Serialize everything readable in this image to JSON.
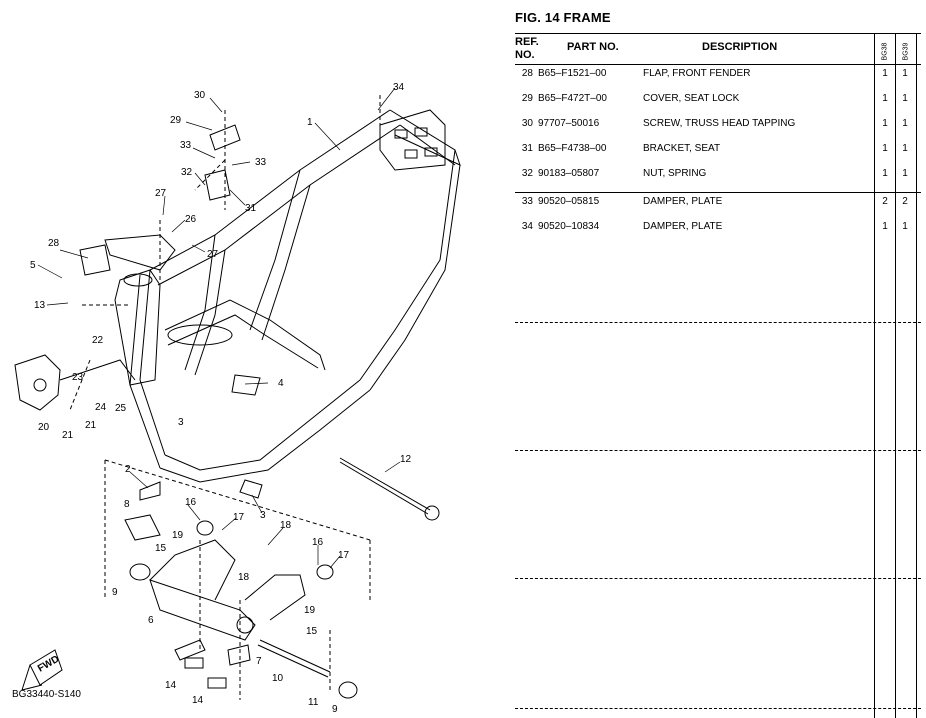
{
  "figure": {
    "title": "FIG.  14  FRAME",
    "image_id": "BG33440-S140",
    "fwd_label": "FWD"
  },
  "table": {
    "headers": {
      "ref_line1": "REF.",
      "ref_line2": "NO.",
      "part_no": "PART NO.",
      "description": "DESCRIPTION",
      "model1": "BG38",
      "model2": "BG39"
    },
    "rows": [
      {
        "ref": "28",
        "part_no": "B65–F1521–00",
        "description": "FLAP, FRONT FENDER",
        "q1": "1",
        "q2": "1"
      },
      {
        "ref": "29",
        "part_no": "B65–F472T–00",
        "description": "COVER, SEAT LOCK",
        "q1": "1",
        "q2": "1"
      },
      {
        "ref": "30",
        "part_no": "97707–50016",
        "description": "SCREW, TRUSS HEAD TAPPING",
        "q1": "1",
        "q2": "1"
      },
      {
        "ref": "31",
        "part_no": "B65–F4738–00",
        "description": "BRACKET, SEAT",
        "q1": "1",
        "q2": "1"
      },
      {
        "ref": "32",
        "part_no": "90183–05807",
        "description": "NUT, SPRING",
        "q1": "1",
        "q2": "1"
      },
      {
        "ref": "33",
        "part_no": "90520–05815",
        "description": "DAMPER, PLATE",
        "q1": "2",
        "q2": "2"
      },
      {
        "ref": "34",
        "part_no": "90520–10834",
        "description": "DAMPER, PLATE",
        "q1": "1",
        "q2": "1"
      }
    ]
  },
  "callouts": {
    "c1": "1",
    "c2": "2",
    "c3a": "3",
    "c3b": "3",
    "c4": "4",
    "c5": "5",
    "c6": "6",
    "c7": "7",
    "c8": "8",
    "c9a": "9",
    "c9b": "9",
    "c10": "10",
    "c11": "11",
    "c12": "12",
    "c13": "13",
    "c14a": "14",
    "c14b": "14",
    "c15a": "15",
    "c15b": "15",
    "c16a": "16",
    "c16b": "16",
    "c17a": "17",
    "c17b": "17",
    "c18a": "18",
    "c18b": "18",
    "c19a": "19",
    "c19b": "19",
    "c20": "20",
    "c21a": "21",
    "c21b": "21",
    "c22": "22",
    "c23": "23",
    "c24": "24",
    "c25": "25",
    "c26": "26",
    "c27a": "27",
    "c27b": "27",
    "c28": "28",
    "c29": "29",
    "c30": "30",
    "c31": "31",
    "c32": "32",
    "c33a": "33",
    "c33b": "33",
    "c34": "34"
  }
}
